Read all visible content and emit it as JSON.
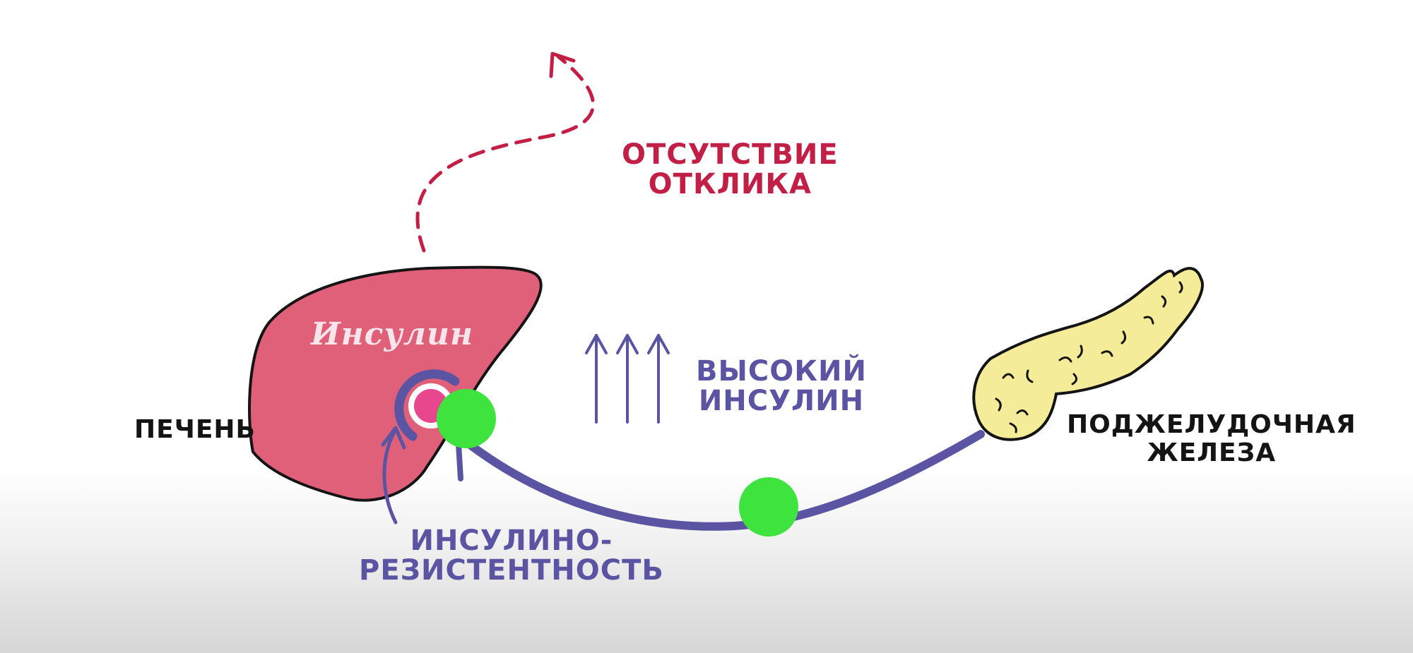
{
  "labels": {
    "no_response": [
      "ОТСУТСТВИЕ",
      "ОТКЛИКА"
    ],
    "insulin_in_liver": "Инсулин",
    "liver": "ПЕЧЕНЬ",
    "high_insulin": [
      "ВЫСОКИЙ",
      "ИНСУЛИН"
    ],
    "pancreas": [
      "ПОДЖЕЛУДОЧНАЯ",
      "ЖЕЛЕЗА"
    ],
    "insulin_resistance": [
      "ИНСУЛИНО-",
      "РЕЗИСТЕНТНОСТЬ"
    ]
  },
  "colors": {
    "liver_fill": "#e0607a",
    "outline": "#141414",
    "pathway": "#5a54a3",
    "insulin_molecule": "#3fe33d",
    "receptor_center": "#e8478e",
    "no_response_arrow": "#c21f47",
    "pancreas_fill": "#f5ec9a"
  }
}
